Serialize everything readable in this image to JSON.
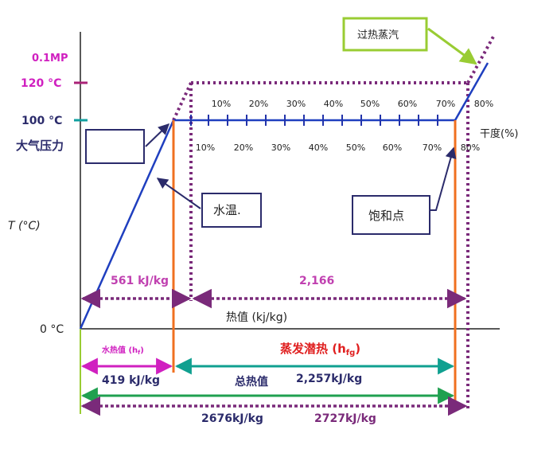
{
  "title_labels": {
    "superheated": "过热蒸汽",
    "dryness": "干度(%)",
    "atmospheric": "大气压力",
    "water_temp": "水温.",
    "saturation_point": "饱和点",
    "y_axis": "T (°C)",
    "heat_value_axis": "热值 (kj/kg)",
    "total_heat": "总热值"
  },
  "y_ticks": {
    "p01": "0.1MP",
    "t120": "120 °C",
    "t100": "100 °C",
    "t0": "0 °C"
  },
  "dryness_upper": [
    "10%",
    "20%",
    "30%",
    "40%",
    "50%",
    "60%",
    "70%",
    "80%"
  ],
  "dryness_lower": [
    "10%",
    "20%",
    "30%",
    "40%",
    "50%",
    "60%",
    "70%",
    "80%"
  ],
  "values": {
    "upper_left": "561 kJ/kg",
    "upper_right": "2,166",
    "sensible_heat": "水热值 (h",
    "sensible_heat_sub": "f",
    "sensible_heat_close": ")",
    "latent_heat": "蒸发潜热 (h",
    "latent_heat_sub": "fg",
    "latent_heat_close": ")",
    "sensible_value": "419 kJ/kg",
    "latent_value": "2,257kJ/kg",
    "total_left": "2676kJ/kg",
    "total_right": "2727kJ/kg"
  },
  "colors": {
    "blue_line": "#1f3fbf",
    "dark_navy": "#2b2b6b",
    "purple": "#7a2a7a",
    "orange": "#f07020",
    "magenta": "#d020c0",
    "teal": "#10a090",
    "green": "#20a050",
    "lime": "#99cc33",
    "red": "#e02020",
    "grid_blue": "#2233aa"
  }
}
